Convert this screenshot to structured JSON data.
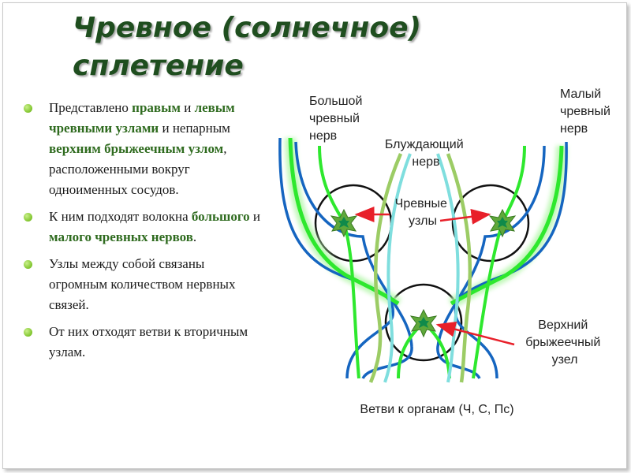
{
  "title": {
    "line1": "Чревное (солнечное)",
    "line2": "сплетение"
  },
  "bullets": [
    {
      "a": "Представлено ",
      "b": "правым",
      "c": " и ",
      "d": "левым чревными узлами",
      "e": " и непарным ",
      "f": "верхним брыжеечным узлом",
      "g": ", расположенными вокруг одноименных сосудов."
    },
    {
      "a": "К ним подходят волокна ",
      "b": "большого",
      "c": " и ",
      "d": "малого чревных нервов",
      "e": "."
    },
    {
      "text": "Узлы между собой связаны огромным количеством нервных связей."
    },
    {
      "text": "От них отходят ветви к вторичным узлам."
    }
  ],
  "diagram": {
    "labels": {
      "greater_nerve": [
        "Большой",
        "чревный",
        "нерв"
      ],
      "lesser_nerve": [
        "Малый",
        "чревный",
        "нерв"
      ],
      "vagus_nerve": [
        "Блуждающий",
        "нерв"
      ],
      "celiac_ganglia": [
        "Чревные",
        "узлы"
      ],
      "superior_mesenteric_ganglion": [
        "Верхний",
        "брыжеечный",
        "узел"
      ],
      "branches": "Ветви к органам (Ч, С, Пс)"
    },
    "colors": {
      "dark_blue": "#1565c0",
      "bright_green": "#2ee82e",
      "green_glow": "#b9f7b0",
      "olive_green": "#9ccc65",
      "light_cyan": "#7fdede",
      "arrow_red": "#e8202a",
      "ganglion_green": "#5fa83a",
      "ganglion_center": "#0f8a4a"
    }
  }
}
